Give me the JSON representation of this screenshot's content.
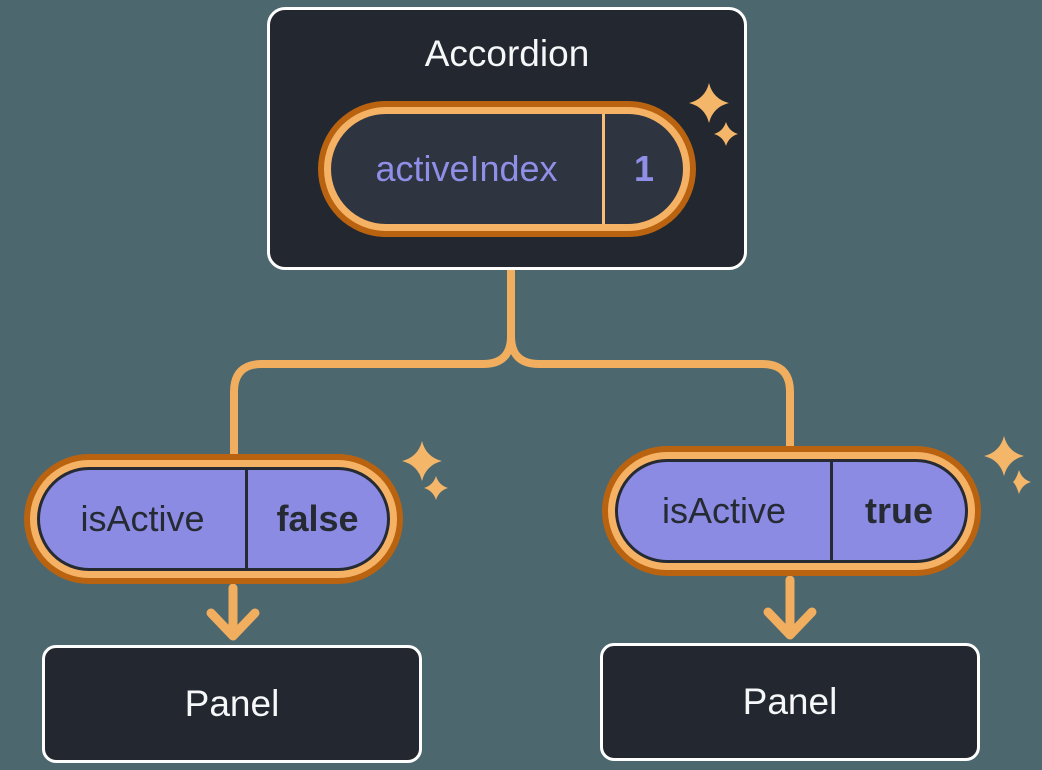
{
  "colors": {
    "bg": "#4d676e",
    "node-bg": "#23272f",
    "node-border": "#ffffff",
    "pill-interior": "#2e3440",
    "lavender": "#8b8be4",
    "ink": "#262b33",
    "purple": "#8f8fe8",
    "white-text": "#f6f7f9",
    "amber-ring": "#f5b264",
    "orange-ring": "#b96310",
    "line": "#f0ae5e",
    "sparkle": "#f4b76a",
    "amber-divider": "#f7bd77"
  },
  "accordion": {
    "title": "Accordion",
    "state_name": "activeIndex",
    "state_value": "1"
  },
  "children": [
    {
      "state_name": "isActive",
      "state_value": "false",
      "panel_label": "Panel"
    },
    {
      "state_name": "isActive",
      "state_value": "true",
      "panel_label": "Panel"
    }
  ]
}
